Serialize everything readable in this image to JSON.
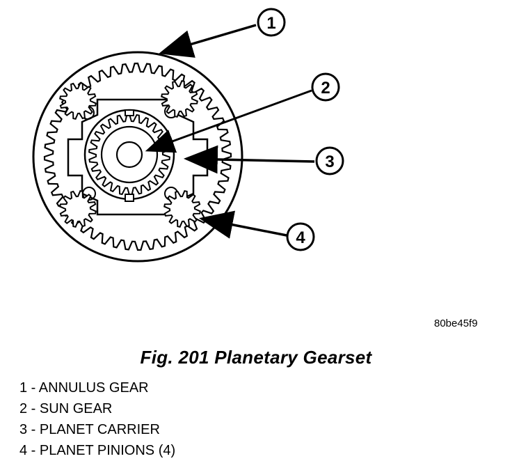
{
  "callouts": [
    "1",
    "2",
    "3",
    "4"
  ],
  "figure_code": "80be45f9",
  "caption": "Fig. 201 Planetary Gearset",
  "legend": [
    {
      "num": "1",
      "sep": " - ",
      "label": "ANNULUS GEAR"
    },
    {
      "num": "2",
      "sep": " - ",
      "label": "SUN GEAR"
    },
    {
      "num": "3",
      "sep": " - ",
      "label": "PLANET CARRIER"
    },
    {
      "num": "4",
      "sep": " - ",
      "label": "PLANET PINIONS (4)"
    }
  ]
}
